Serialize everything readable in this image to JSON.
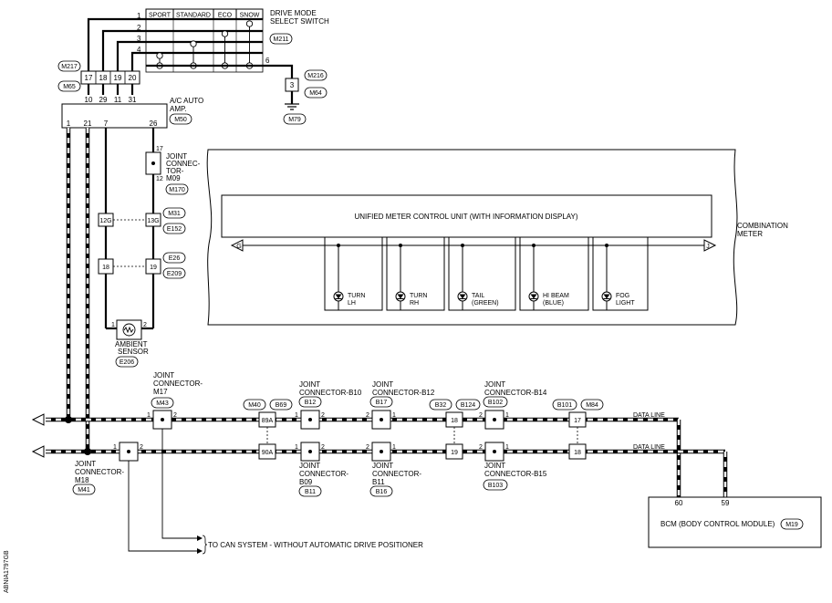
{
  "switch": {
    "title_line1": "DRIVE MODE",
    "title_line2": "SELECT SWITCH",
    "connector": "M211",
    "columns": [
      "SPORT",
      "STANDARD",
      "ECO",
      "SNOW"
    ],
    "row_pins": [
      "1",
      "2",
      "3",
      "4"
    ],
    "ground_pin": "6",
    "ground_conn_pin": "3",
    "ground_conn_1": "M216",
    "ground_conn_2": "M64",
    "ground_ref": "M79"
  },
  "amp": {
    "label_line1": "A/C AUTO",
    "label_line2": "AMP.",
    "connector": "M50",
    "conn_top_1": "M217",
    "conn_top_2": "M65",
    "top_pins_upper": [
      "17",
      "18",
      "19",
      "20"
    ],
    "top_pins_lower": [
      "10",
      "29",
      "11",
      "31"
    ],
    "bottom_pins": [
      "1",
      "21",
      "7",
      "26"
    ]
  },
  "joint_m09": {
    "line1": "JOINT",
    "line2": "CONNEC-",
    "line3": "TOR-",
    "line4": "M09",
    "connector": "M170",
    "pin_top": "17",
    "pin_bottom": "12"
  },
  "inline_conn": {
    "a_left": "12G",
    "a_right": "13G",
    "a_ref_1": "M31",
    "a_ref_2": "E152",
    "b_left": "18",
    "b_right": "19",
    "b_ref_1": "E26",
    "b_ref_2": "E209"
  },
  "sensor": {
    "label_line1": "AMBIENT",
    "label_line2": "SENSOR",
    "connector": "E206",
    "pin_left": "1",
    "pin_right": "2"
  },
  "meter": {
    "unit_label": "UNIFIED METER CONTROL UNIT (WITH INFORMATION DISPLAY)",
    "group_line1": "COMBINATION",
    "group_line2": "METER",
    "left_marker": "G",
    "right_marker": "J",
    "lamps": [
      {
        "line1": "TURN",
        "line2": "LH"
      },
      {
        "line1": "TURN",
        "line2": "RH"
      },
      {
        "line1": "TAIL",
        "line2": "(GREEN)"
      },
      {
        "line1": "HI BEAM",
        "line2": "(BLUE)"
      },
      {
        "line1": "FOG",
        "line2": "LIGHT"
      }
    ]
  },
  "joints": {
    "m17": {
      "line1": "JOINT",
      "line2": "CONNECTOR-",
      "line3": "M17",
      "ref": "M43",
      "pin_l": "1",
      "pin_r": "2"
    },
    "m18": {
      "line1": "JOINT",
      "line2": "CONNECTOR-",
      "line3": "M18",
      "ref": "M41",
      "pin_l": "1",
      "pin_r": "2"
    },
    "b10": {
      "line1": "JOINT",
      "line2": "CONNECTOR-B10",
      "ref": "B12",
      "pin_l": "1",
      "pin_r": "2"
    },
    "b09": {
      "line1": "JOINT",
      "line2": "CONNECTOR-",
      "line3": "B09",
      "ref": "B11",
      "pin_l": "1",
      "pin_r": "2"
    },
    "b12": {
      "line1": "JOINT",
      "line2": "CONNECTOR-B12",
      "ref": "B17",
      "pin_l": "2",
      "pin_r": "1"
    },
    "b11": {
      "line1": "JOINT",
      "line2": "CONNECTOR-",
      "line3": "B11",
      "ref": "B16",
      "pin_l": "2",
      "pin_r": "1"
    },
    "b14": {
      "line1": "JOINT",
      "line2": "CONNECTOR-B14",
      "ref": "B102",
      "pin_l": "2",
      "pin_r": "1"
    },
    "b15": {
      "line1": "JOINT",
      "line2": "CONNECTOR-B15",
      "ref": "B103",
      "pin_l": "2",
      "pin_r": "1"
    }
  },
  "harness": {
    "c1_top": "89A",
    "c1_bot": "90A",
    "c1_ref_1": "M40",
    "c1_ref_2": "B69",
    "c2_top": "18",
    "c2_bot": "19",
    "c2_ref_1": "B32",
    "c2_ref_2": "B124",
    "c3_top": "17",
    "c3_bot": "18",
    "c3_ref_1": "B101",
    "c3_ref_2": "M84"
  },
  "data_line_label": "DATA LINE",
  "bcm": {
    "label": "BCM (BODY CONTROL MODULE)",
    "connector": "M19",
    "pin_a": "60",
    "pin_b": "59"
  },
  "can_note": "TO CAN SYSTEM - WITHOUT AUTOMATIC DRIVE POSITIONER",
  "figure_id": "ABNIA1797GB"
}
